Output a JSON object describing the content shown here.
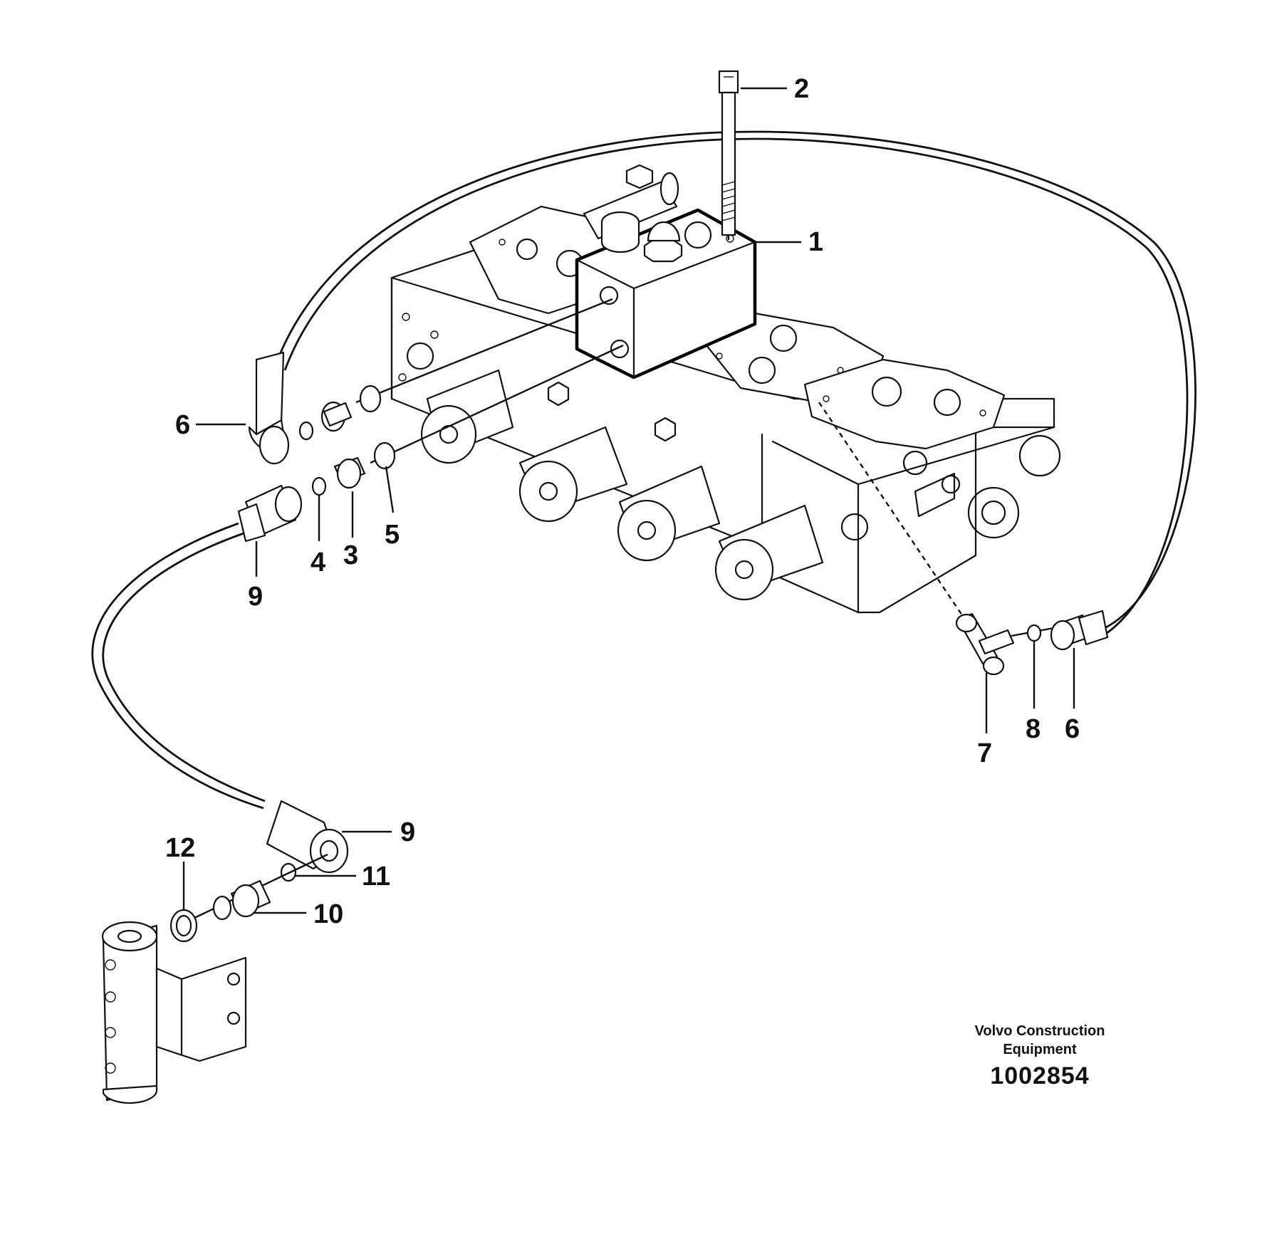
{
  "callouts": {
    "c1": "1",
    "c2": "2",
    "c3": "3",
    "c4": "4",
    "c5": "5",
    "c6a": "6",
    "c6b": "6",
    "c7": "7",
    "c8": "8",
    "c9a": "9",
    "c9b": "9",
    "c10": "10",
    "c11": "11",
    "c12": "12"
  },
  "credit": {
    "line1": "Volvo Construction",
    "line2": "Equipment",
    "drawing_number": "1002854"
  }
}
